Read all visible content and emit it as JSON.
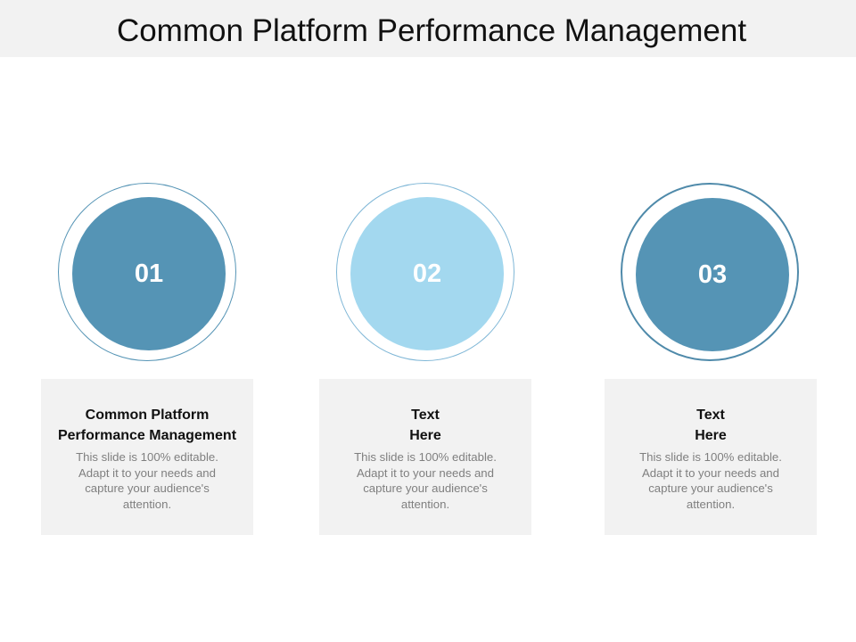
{
  "title": "Common Platform Performance Management",
  "colors": {
    "dark_blue": "#5594b5",
    "light_blue": "#a3d8ef",
    "card_bg": "#f2f2f2"
  },
  "steps": [
    {
      "number": "01",
      "heading_line1": "Common Platform",
      "heading_line2": "Performance Management",
      "body": "This slide is 100% editable. Adapt it to your needs and capture your audience's attention."
    },
    {
      "number": "02",
      "heading_line1": "Text",
      "heading_line2": "Here",
      "body": "This slide is 100% editable. Adapt it to your needs and capture your audience's attention."
    },
    {
      "number": "03",
      "heading_line1": "Text",
      "heading_line2": "Here",
      "body": "This slide is 100% editable. Adapt it to your needs and capture your audience's attention."
    }
  ]
}
